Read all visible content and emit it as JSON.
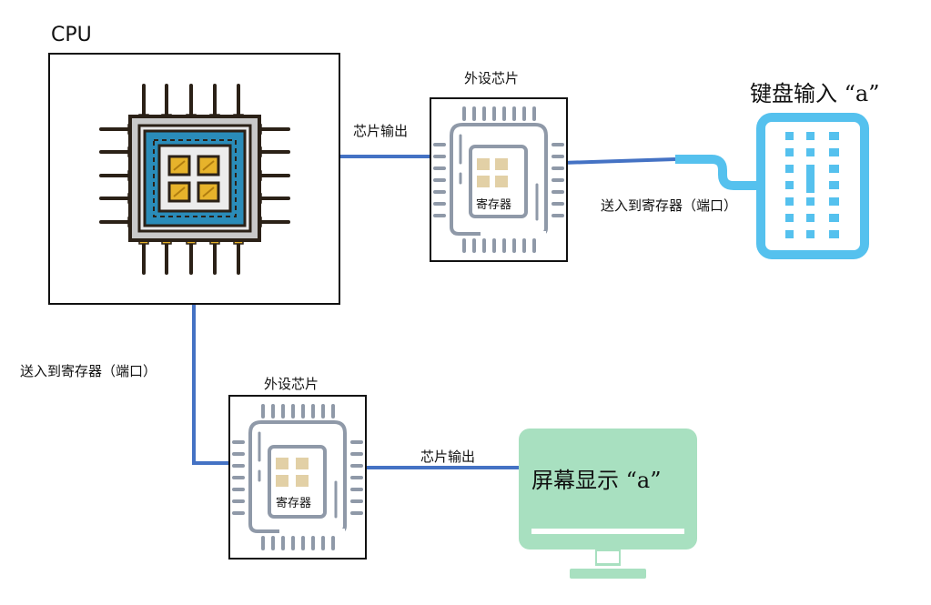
{
  "cpu": {
    "label": "CPU"
  },
  "chip_top": {
    "title": "外设芯片",
    "register_label": "寄存器"
  },
  "chip_bottom": {
    "title": "外设芯片",
    "register_label": "寄存器"
  },
  "links": {
    "cpu_to_top_chip": "芯片输出",
    "keyboard_to_top_chip": "送入到寄存器（端口）",
    "cpu_to_bottom_chip": "送入到寄存器（端口）",
    "bottom_chip_to_monitor": "芯片输出"
  },
  "keyboard": {
    "label": "键盘输入 “a”",
    "color": "#55c1ee"
  },
  "monitor": {
    "label": "屏幕显示 “a”",
    "color": "#a8e0c0"
  },
  "colors": {
    "line": "#4472c4",
    "chip_gray": "#8f99a8",
    "register_tile": "#e2d0a6"
  }
}
